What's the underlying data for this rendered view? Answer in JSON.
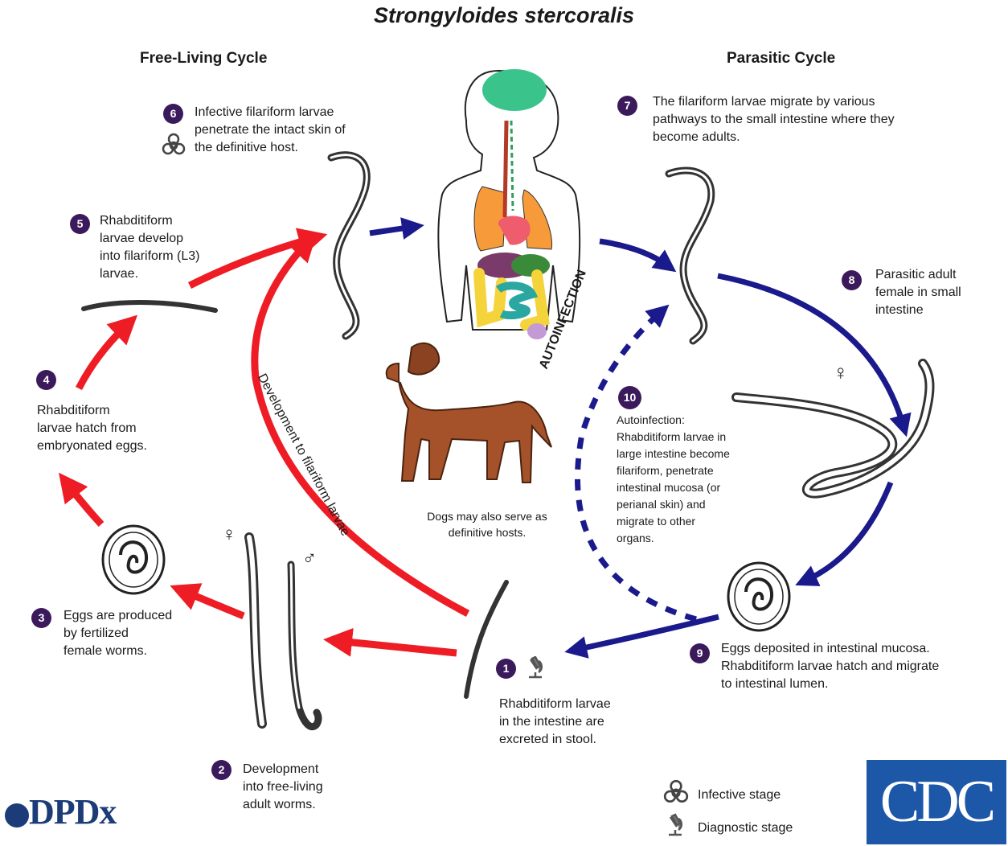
{
  "title": "Strongyloides stercoralis",
  "cycles": {
    "free_living": "Free-Living Cycle",
    "parasitic": "Parasitic Cycle"
  },
  "steps": [
    {
      "num": "1",
      "lines": [
        "Rhabditiform larvae",
        "in the intestine are",
        "excreted in stool."
      ]
    },
    {
      "num": "2",
      "lines": [
        "Development",
        "into free-living",
        "adult worms."
      ]
    },
    {
      "num": "3",
      "lines": [
        "Eggs are produced",
        "by fertilized",
        "female worms."
      ]
    },
    {
      "num": "4",
      "lines": [
        "Rhabditiform",
        "larvae hatch from",
        "embryonated eggs."
      ]
    },
    {
      "num": "5",
      "lines": [
        "Rhabditiform",
        "larvae develop",
        "into filariform (L3)",
        "larvae."
      ]
    },
    {
      "num": "6",
      "lines": [
        "Infective filariform larvae",
        "penetrate the intact skin of",
        "the definitive host."
      ]
    },
    {
      "num": "7",
      "lines": [
        "The filariform larvae migrate by various",
        "pathways to the small intestine where they",
        "become adults."
      ]
    },
    {
      "num": "8",
      "lines": [
        "Parasitic adult",
        "female in small",
        "intestine"
      ]
    },
    {
      "num": "9",
      "lines": [
        "Eggs deposited in intestinal mucosa.",
        "Rhabditiform larvae hatch and migrate",
        "to intestinal lumen."
      ]
    },
    {
      "num": "10",
      "lines": [
        "Autoinfection:",
        "Rhabditiform larvae in",
        "large intestine become",
        "filariform, penetrate",
        "intestinal mucosa (or",
        "perianal skin) and",
        "migrate to other",
        "organs."
      ]
    }
  ],
  "labels": {
    "autoinfection": "AUTOINFECTION",
    "development_arc": "Development to filariform larvae",
    "dog_caption": [
      "Dogs may also serve as",
      "definitive hosts."
    ],
    "female_symbol": "♀",
    "male_symbol": "♂"
  },
  "legend": {
    "infective": "Infective stage",
    "diagnostic": "Diagnostic stage"
  },
  "logos": {
    "dpdx": "DPDx",
    "cdc": "CDC"
  },
  "colors": {
    "badge": "#3b1a5c",
    "free_living_arrow": "#ee1c25",
    "parasitic_arrow": "#1a1a8c",
    "cdc_blue": "#1c57a8",
    "dpdx_blue": "#1b3c78"
  },
  "icons": [
    "biohazard-icon",
    "microscope-icon"
  ]
}
